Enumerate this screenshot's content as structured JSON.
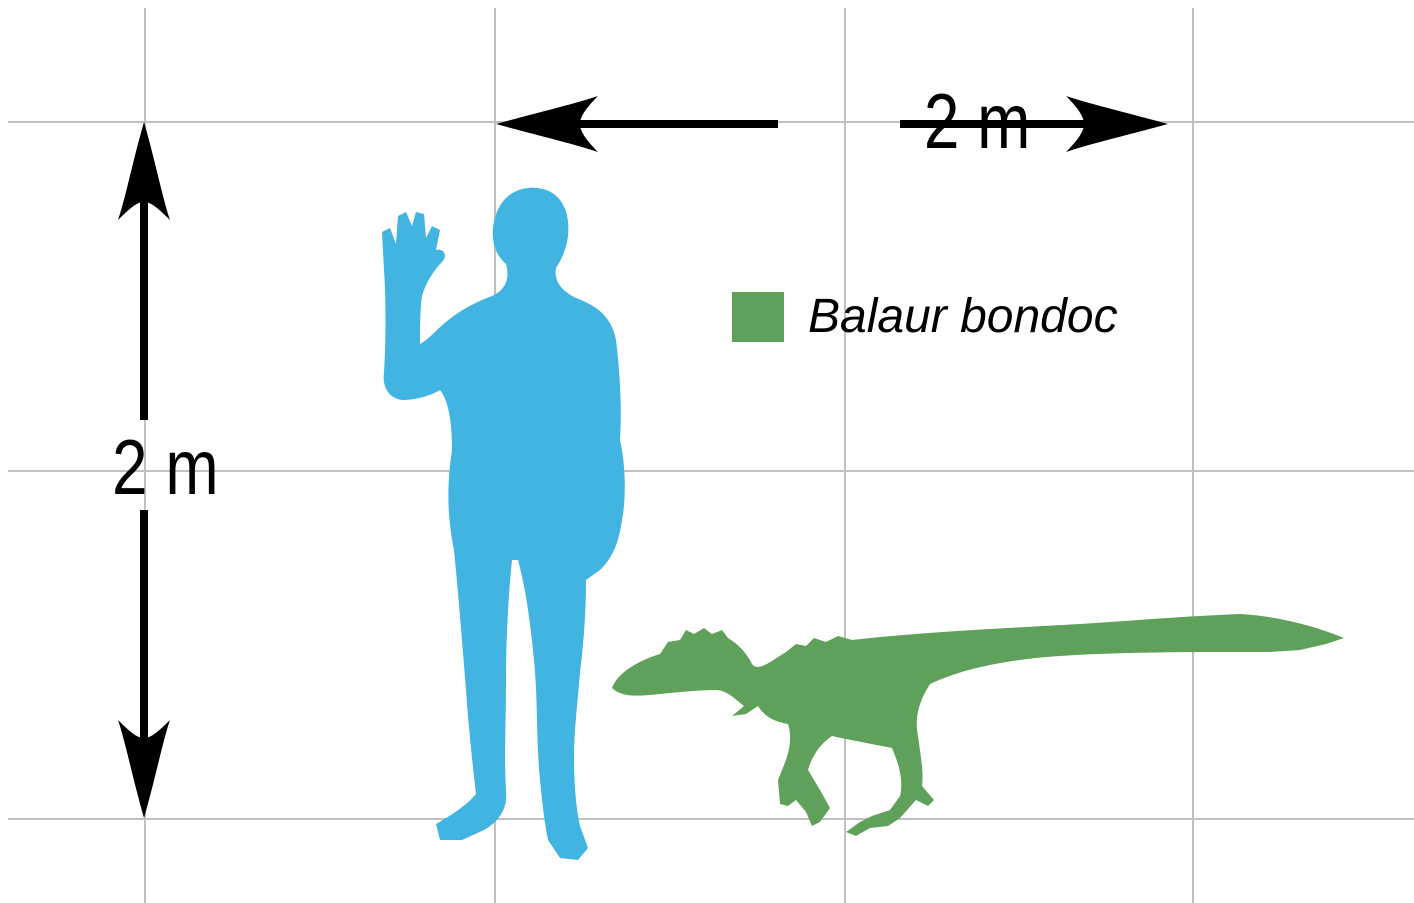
{
  "scale": {
    "horizontal_label": "2 m",
    "vertical_label": "2 m"
  },
  "legend": {
    "species": "Balaur bondoc"
  },
  "colors": {
    "grid": "#c0c0c0",
    "human": "#41b4e1",
    "dinosaur": "#5fa05a",
    "arrow": "#000000"
  },
  "figures": [
    {
      "name": "human-silhouette",
      "icon": "human-waving-icon"
    },
    {
      "name": "balaur-silhouette",
      "icon": "theropod-dinosaur-icon"
    }
  ]
}
